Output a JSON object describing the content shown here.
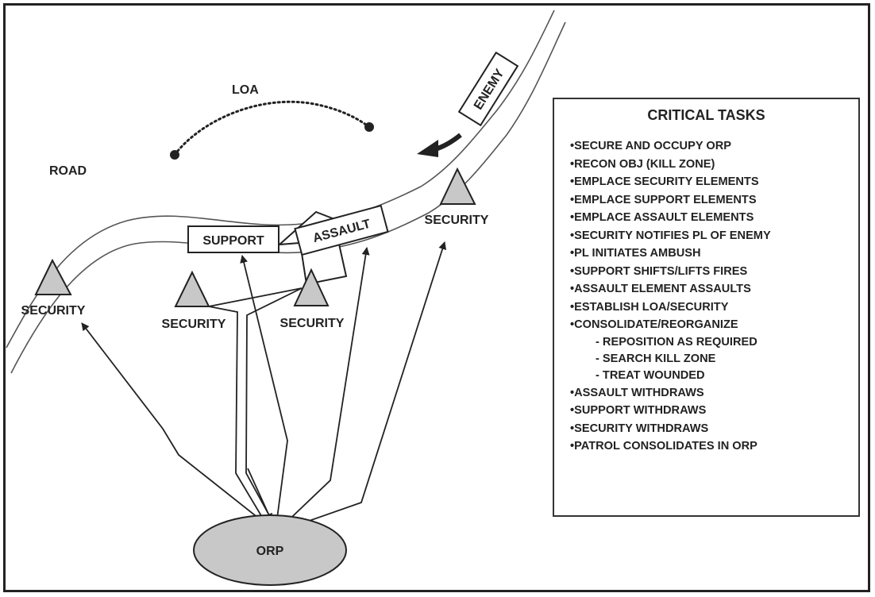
{
  "diagram": {
    "labels": {
      "road": "ROAD",
      "loa": "LOA",
      "enemy": "ENEMY",
      "support": "SUPPORT",
      "assault": "ASSAULT",
      "orp": "ORP",
      "security_left": "SECURITY",
      "security_center_left": "SECURITY",
      "security_center_right": "SECURITY",
      "security_right": "SECURITY"
    },
    "colors": {
      "symbol_fill": "#c8c8c8",
      "line": "#222222",
      "road": "#666666"
    }
  },
  "critical_tasks": {
    "title": "CRITICAL TASKS",
    "items": [
      {
        "text": "SECURE AND OCCUPY ORP",
        "level": "main"
      },
      {
        "text": "RECON OBJ (KILL ZONE)",
        "level": "main"
      },
      {
        "text": "EMPLACE SECURITY ELEMENTS",
        "level": "main"
      },
      {
        "text": "EMPLACE SUPPORT ELEMENTS",
        "level": "main"
      },
      {
        "text": "EMPLACE ASSAULT ELEMENTS",
        "level": "main"
      },
      {
        "text": "SECURITY NOTIFIES PL OF ENEMY",
        "level": "main"
      },
      {
        "text": "PL INITIATES AMBUSH",
        "level": "main"
      },
      {
        "text": "SUPPORT SHIFTS/LIFTS FIRES",
        "level": "main"
      },
      {
        "text": "ASSAULT ELEMENT ASSAULTS",
        "level": "main"
      },
      {
        "text": "ESTABLISH LOA/SECURITY",
        "level": "main"
      },
      {
        "text": "CONSOLIDATE/REORGANIZE",
        "level": "main"
      },
      {
        "text": "REPOSITION AS REQUIRED",
        "level": "sub"
      },
      {
        "text": "SEARCH KILL ZONE",
        "level": "sub"
      },
      {
        "text": "TREAT WOUNDED",
        "level": "sub"
      },
      {
        "text": "ASSAULT WITHDRAWS",
        "level": "main"
      },
      {
        "text": "SUPPORT WITHDRAWS",
        "level": "main"
      },
      {
        "text": "SECURITY WITHDRAWS",
        "level": "main"
      },
      {
        "text": "PATROL CONSOLIDATES IN ORP",
        "level": "main"
      }
    ]
  }
}
